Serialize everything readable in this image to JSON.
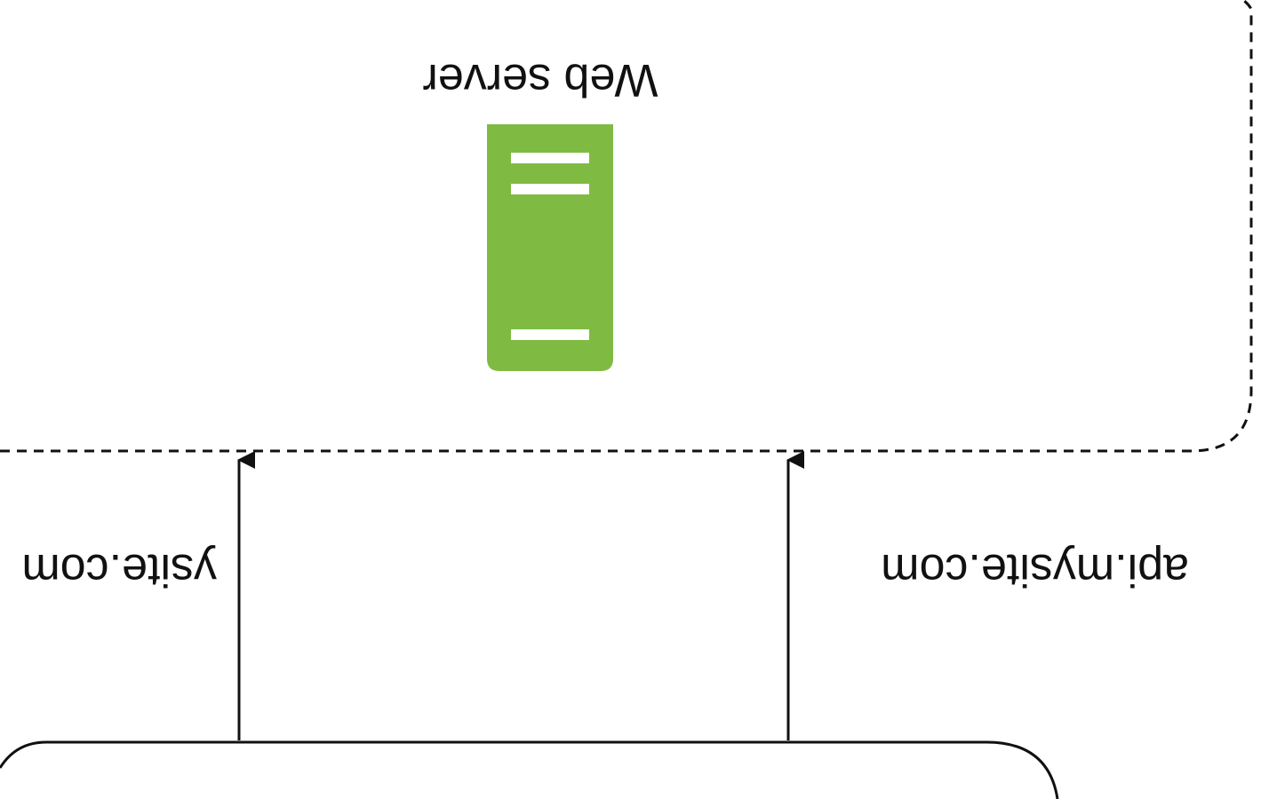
{
  "diagram": {
    "server_box": {
      "label": "Web server",
      "icon": "server-icon",
      "icon_color": "#7fbb42",
      "icon_stripe_color": "#ffffff",
      "border_style": "dashed"
    },
    "connections": [
      {
        "label": "www.mysite.com",
        "label_visible": "ysite.com"
      },
      {
        "label": "api.mysite.com",
        "label_visible": "api.mysite.com"
      }
    ],
    "client_box": {
      "border_style": "solid"
    },
    "orientation": "rotated-180"
  }
}
